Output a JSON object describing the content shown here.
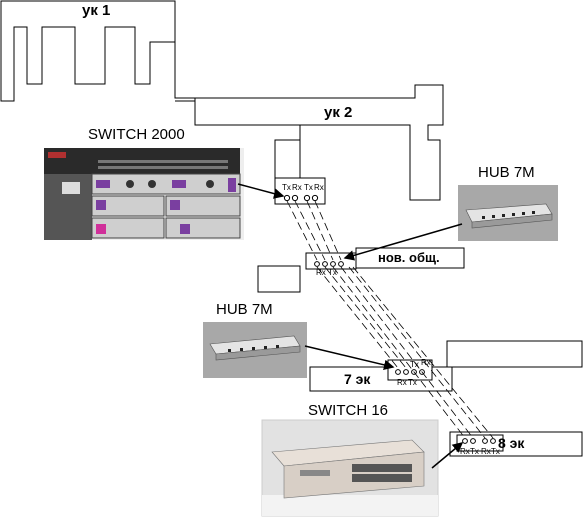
{
  "buildings": {
    "uk1": "ук 1",
    "uk2": "ук 2"
  },
  "devices": {
    "switch2000": {
      "label": "SWITCH 2000",
      "ports": [
        "Tx",
        "Rx",
        "Tx",
        "Rx"
      ]
    },
    "hub_top": {
      "label": "HUB 7M"
    },
    "hub_bottom": {
      "label": "HUB 7M"
    },
    "switch16": {
      "label": "SWITCH 16"
    }
  },
  "nodes": {
    "nov_obsch": {
      "label": "нов. общ.",
      "ports": [
        "Rx",
        "Tx"
      ]
    },
    "ek7": {
      "label": "7 эк",
      "ports": [
        "Tx",
        "Rx",
        "Rx",
        "Tx"
      ]
    },
    "ek8": {
      "label": "8 эк",
      "ports": [
        "Rx",
        "Tx",
        "Rx",
        "Tx"
      ]
    }
  },
  "colors": {
    "line": "#000000",
    "photo_bg": "#a8a8a8",
    "device_dark": "#2a2a2a",
    "device_light": "#d9d9d9",
    "accent_purple": "#7a3fa0"
  }
}
